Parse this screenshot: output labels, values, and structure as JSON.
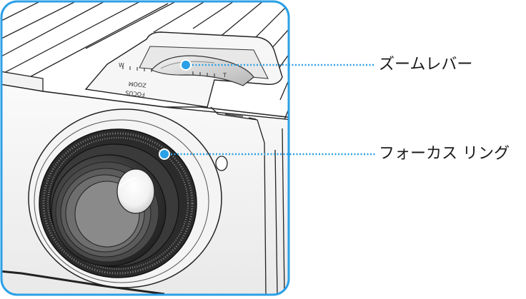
{
  "callouts": {
    "zoom_lever": "ズームレバー",
    "focus_ring": "フォーカス リング"
  },
  "lever_markings": {
    "focus": "FOCUS",
    "zoom": "ZOOM",
    "wide_symbol": "W",
    "tele_symbol": "T"
  },
  "colors": {
    "frame_border": "#2aa0e6",
    "leader_line": "#2aa0e6",
    "marker_fill": "#2aa0e6",
    "marker_ring": "#ffffff"
  }
}
